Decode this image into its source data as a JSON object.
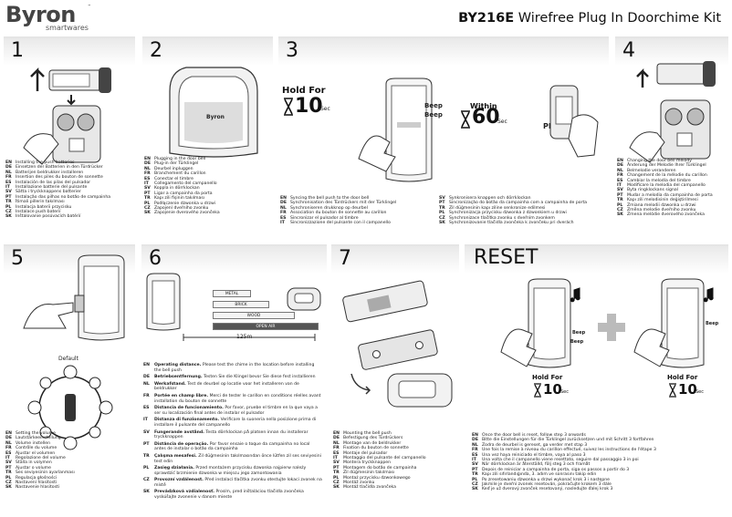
{
  "header": {
    "logo": "Byron",
    "logo_sub": "smartwares",
    "tm": "™",
    "title_model": "BY216E",
    "title_text": "Wirefree Plug In Doorchime Kit"
  },
  "panels": {
    "p1": {
      "number": "1",
      "lines": [
        [
          "EN",
          "Installing the push batteries"
        ],
        [
          "DE",
          "Einsetzen der Batterien in den Türdrücker"
        ],
        [
          "NL",
          "Batterijen beldrukker installeren"
        ],
        [
          "FR",
          "Insertion des piles du bouton de sonnette"
        ],
        [
          "ES",
          "Instalación de las pilas del pulsador"
        ],
        [
          "IT",
          "Installazione batterie del pulsante"
        ],
        [
          "SV",
          "Sätta i tryckknappens batterier"
        ],
        [
          "PT",
          "Instalação das pilhas no botão de campainha"
        ],
        [
          "TR",
          "İtimali pillerin takılması"
        ],
        [
          "PL",
          "Instalacja baterii przycisku"
        ],
        [
          "CZ",
          "Instalace push baterií"
        ],
        [
          "SK",
          "Inštalovanie posúvacích batérií"
        ]
      ]
    },
    "p2": {
      "number": "2",
      "device_label": "Byron",
      "lines": [
        [
          "EN",
          "Plugging in the door bell"
        ],
        [
          "DE",
          "Plug-in der Türklingel"
        ],
        [
          "NL",
          "Deurbel inpluggen"
        ],
        [
          "FR",
          "Branchement du carillon"
        ],
        [
          "ES",
          "Conectar el timbre"
        ],
        [
          "IT",
          "Collegamento del campanello"
        ],
        [
          "SV",
          "Koppla in dörrklockan"
        ],
        [
          "PT",
          "Ligar a campainha da porta"
        ],
        [
          "TR",
          "Kapı zili fişinin takılması"
        ],
        [
          "PL",
          "Podłączenie dzwonka u drzwi"
        ],
        [
          "CZ",
          "Zapojení dveřního zvonku"
        ],
        [
          "SK",
          "Zapojenie dverového zvončeka"
        ]
      ]
    },
    "p3": {
      "number": "3",
      "hold_for": "Hold For",
      "hold_value": "10",
      "hold_unit": "Sec",
      "beep1": "Beep",
      "beep2": "Beep",
      "within": "Within",
      "within_value": "60",
      "within_unit": "Sec",
      "press": "PRESS",
      "lines_left": [
        [
          "EN",
          "Syncing the bell push to the door bell"
        ],
        [
          "DE",
          "Synchronisation des Türdrückers mit der Türklingel"
        ],
        [
          "NL",
          "Synchroniseren drukknop op deurbel"
        ],
        [
          "FR",
          "Association du bouton de sonnette au carillon"
        ],
        [
          "ES",
          "Sincronizar el pulsador al timbre"
        ],
        [
          "IT",
          "Sincronizzazione del pulsante con il campanello"
        ]
      ],
      "lines_right": [
        [
          "SV",
          "Synkronisera knappen och dörrklockan"
        ],
        [
          "PT",
          "Sincronização do botão da campainha com a campainha de porta"
        ],
        [
          "TR",
          "Zil düğmesinin kapı ziline senkronize edilmesi"
        ],
        [
          "PL",
          "Synchronizacja przycisku dzwonka z dzwonkiem u drzwi"
        ],
        [
          "CZ",
          "Synchronizace tlačítka zvonku s dveřním zvonkem"
        ],
        [
          "SK",
          "Synchronizovanie tlačidla zvončeka k zvončeku pri dverách"
        ]
      ]
    },
    "p4": {
      "number": "4",
      "lines": [
        [
          "EN",
          "Changing the door bell melody"
        ],
        [
          "DE",
          "Änderung der Melodie Ihrer Türklingel"
        ],
        [
          "NL",
          "Belmelodie veranderen"
        ],
        [
          "FR",
          "Changement de la mélodie du carillon"
        ],
        [
          "ES",
          "Cambiar la melodía del timbre"
        ],
        [
          "IT",
          "Modificare la melodia del campanello"
        ],
        [
          "SV",
          "Byta ringklockans signal"
        ],
        [
          "PT",
          "Mudar a melodia da campainha de porta"
        ],
        [
          "TR",
          "Kapı zili melodisinin değiştirilmesi"
        ],
        [
          "PL",
          "Zmiana melodii dzwonka u drzwi"
        ],
        [
          "CZ",
          "Změna melodie dveřního zvonku"
        ],
        [
          "SK",
          "Zmena melódie dverového zvončeka"
        ]
      ]
    },
    "p5": {
      "number": "5",
      "default_label": "Default",
      "lines": [
        [
          "EN",
          "Setting the volume"
        ],
        [
          "DE",
          "Lautstärkeeinstellung"
        ],
        [
          "NL",
          "Volume instellen"
        ],
        [
          "FR",
          "Contrôle du volume"
        ],
        [
          "ES",
          "Ajustar el volumen"
        ],
        [
          "IT",
          "Regolazione del volume"
        ],
        [
          "SV",
          "Ställa in volymen"
        ],
        [
          "PT",
          "Ajustar o volume"
        ],
        [
          "TR",
          "Ses seviyesinin ayarlanması"
        ],
        [
          "PL",
          "Regulacja głośności"
        ],
        [
          "CZ",
          "Nastavení hlasitosti"
        ],
        [
          "SK",
          "Nastavenie hlasitosti"
        ]
      ]
    },
    "p6": {
      "number": "6",
      "distances": [
        "METAL",
        "BRICK",
        "WOOD",
        "OPEN AIR"
      ],
      "distance_value": "125m",
      "lines": [
        [
          "EN",
          "<b>Operating distance.</b> Please test the chime in the location before installing the bell push"
        ],
        [
          "DE",
          "<b>Betriebsentfernung.</b> Testen Sie die Klingel bevor Sie diese fest installieren"
        ],
        [
          "NL",
          "<b>Werkafstand.</b> Test de deurbel op locatie voor het installeren van de beldrukker"
        ],
        [
          "FR",
          "<b>Portée en champ libre.</b> Merci de tester le carillon en conditions réelles avant installation du bouton de sonnette"
        ],
        [
          "ES",
          "<b>Distancia de funcionamiento.</b> Por favor, pruebe el timbre en la que vaya a ser su localización final antes de instalar el pulsador"
        ],
        [
          "IT",
          "<b>Distanza di funzionamento.</b> Verificare la suoneria nella posizione prima di installare il pulsante del campanello"
        ],
        [
          "SV",
          "<b>Fungerande avstånd.</b> Testa dörrklockan på platsen innan du installerar tryckknappen"
        ],
        [
          "PT",
          "<b>Distância de operação.</b> Por favor ensaie o toque da campainha no local antes de instalar o botão da campainha"
        ],
        [
          "TR",
          "<b>Çalışma mesafesi.</b> Zil düğmesinin takılmasından önce lütfen zil ses seviyesini test edin"
        ],
        [
          "PL",
          "<b>Zasięg działania.</b> Przed montażem przycisku dzwonka najpierw należy sprawdzić brzmienie dzwonka w miejscu jego zamontowania"
        ],
        [
          "CZ",
          "<b>Provozní vzdálenost.</b> Před instalací tlačítka zvonku otestujte lokaci zvonek na místě"
        ],
        [
          "SK",
          "<b>Prevádzková vzdialenosť.</b> Prosím, pred inštaláciou tlačidla zvončeka vyskúšajte zvonenie v danom mieste"
        ]
      ]
    },
    "p7": {
      "number": "7",
      "lines": [
        [
          "EN",
          "Mounting the bell push"
        ],
        [
          "DE",
          "Befestigung des Türdrückers"
        ],
        [
          "NL",
          "Montage van de beldrukker"
        ],
        [
          "FR",
          "Fixation du bouton de sonnette"
        ],
        [
          "ES",
          "Montaje del pulsador"
        ],
        [
          "IT",
          "Montaggio del pulsante del campanello"
        ],
        [
          "SV",
          "Montera tryckknappen"
        ],
        [
          "PT",
          "Montagem do botão de campainha"
        ],
        [
          "TR",
          "Zil düğmesinin takılması"
        ],
        [
          "PL",
          "Montaż przycisku dzwonkowego"
        ],
        [
          "CZ",
          "Montáž zvonku"
        ],
        [
          "SK",
          "Montáž tlačidla zvončeka"
        ]
      ]
    },
    "reset": {
      "title": "RESET",
      "hold_for": "Hold For",
      "hold_value": "10",
      "hold_unit": "Sec",
      "beep1": "Beep",
      "beep2": "Beep",
      "beep3": "Beep",
      "lines": [
        [
          "EN",
          "Once the door bell is reset, follow step 3 onwards"
        ],
        [
          "DE",
          "Bitte die Einstellungen für die Türklingel zurücksetzen und mit Schritt 3 fortfahren"
        ],
        [
          "NL",
          "Zodra de deurbel is gereset, ga verder met stap 3"
        ],
        [
          "FR",
          "Une fois la remise à niveau du carillon effectué, suivez les instructions de l'étape 3"
        ],
        [
          "ES",
          "Una vez haya reiniciado el timbre, vaya al paso 3"
        ],
        [
          "IT",
          "Una volta che il campanello viene resettato, seguire dal passaggio 3 in poi"
        ],
        [
          "SV",
          "När dörrklockan är återställd, följ steg 3 och framåt"
        ],
        [
          "PT",
          "Depois de reiniciar a campainha de porta, siga os passos a partir do 3"
        ],
        [
          "TR",
          "Kapı zili sıfırlandığında, 3. adım ve sonrasını takip edin"
        ],
        [
          "PL",
          "Po zresetowaniu dzwonka u drzwi wykonać krok 3 i następne"
        ],
        [
          "CZ",
          "Jakmile je dveřní zvonek resetován, pokračujte krokem 3 dále"
        ],
        [
          "SK",
          "Keď je už dverový zvonček resetovaný, nasledujte ďalej krok 3"
        ]
      ]
    }
  }
}
